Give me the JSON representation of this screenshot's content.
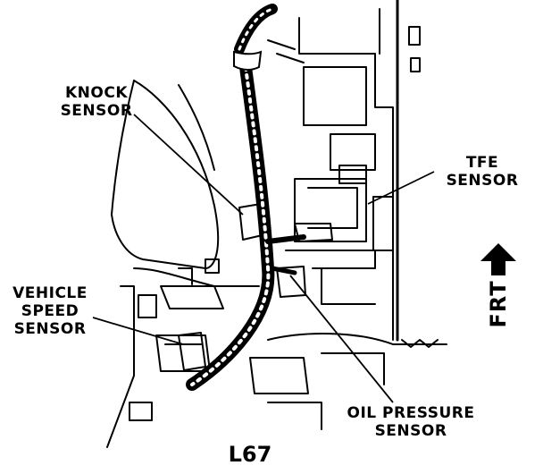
{
  "labels": {
    "knock_sensor": [
      "KNOCK",
      "SENSOR"
    ],
    "tfe_sensor": [
      "TFE",
      "SENSOR"
    ],
    "vehicle_speed_sensor": [
      "VEHICLE",
      "SPEED",
      "SENSOR"
    ],
    "oil_pressure_sensor": [
      "OIL PRESSURE",
      "SENSOR"
    ]
  },
  "orientation": "FRT",
  "model_code": "L67",
  "colors": {
    "ink": "#000000",
    "paper": "#ffffff"
  }
}
